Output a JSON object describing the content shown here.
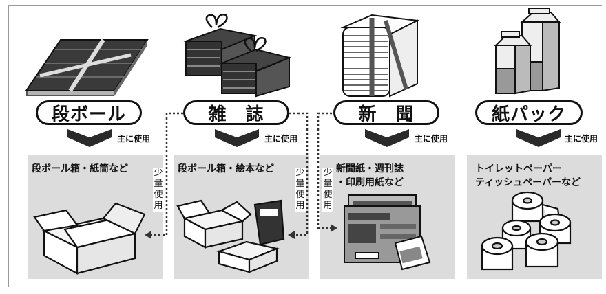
{
  "categories": [
    {
      "name": "段ボール",
      "usage": "主に使用",
      "products": [
        "段ボール箱・紙筒など"
      ],
      "icon": "cardboard-stack-icon",
      "product_icon": "open-box-icon"
    },
    {
      "name": "雑　誌",
      "usage": "主に使用",
      "products": [
        "段ボール箱・絵本など"
      ],
      "icon": "magazine-bundles-icon",
      "product_icon": "boxes-and-book-icon"
    },
    {
      "name": "新　聞",
      "usage": "主に使用",
      "products": [
        "新聞紙・週刊誌",
        "・印刷用紙など"
      ],
      "icon": "newspaper-bundle-icon",
      "product_icon": "printed-sheets-icon"
    },
    {
      "name": "紙パック",
      "usage": "主に使用",
      "products": [
        "トイレットペーパー",
        "ティッシュペーパーなど"
      ],
      "icon": "milk-carton-icon",
      "product_icon": "toilet-paper-rolls-icon"
    }
  ],
  "minor_usage_label": "少量使用",
  "colors": {
    "panel": "#dcdcdc",
    "arrow": "#2a2a2a",
    "outline": "#111111"
  }
}
